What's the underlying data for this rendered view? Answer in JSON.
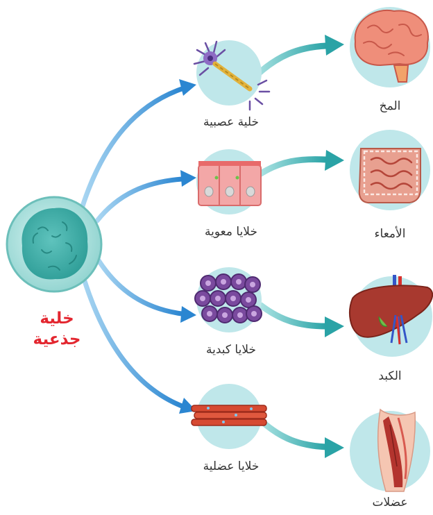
{
  "stem_cell": {
    "label_line1": "خلية",
    "label_line2": "جذعية",
    "label_color": "#e3262f"
  },
  "cells": [
    {
      "label": "خلية عصبية",
      "icon": "neuron-icon"
    },
    {
      "label": "خلايا معوية",
      "icon": "intestinal-cells-icon"
    },
    {
      "label": "خلايا كبدية",
      "icon": "liver-cells-icon"
    },
    {
      "label": "خلايا عضلية",
      "icon": "muscle-cells-icon"
    }
  ],
  "organs": [
    {
      "label": "المخ",
      "icon": "brain-icon"
    },
    {
      "label": "الأمعاء",
      "icon": "intestines-icon"
    },
    {
      "label": "الكبد",
      "icon": "liver-icon"
    },
    {
      "label": "عضلات",
      "icon": "muscle-icon"
    }
  ],
  "colors": {
    "bubble": "#bfe7ea",
    "arrow_blue": "#3e9bd8",
    "arrow_teal": "#3aaeb0"
  }
}
